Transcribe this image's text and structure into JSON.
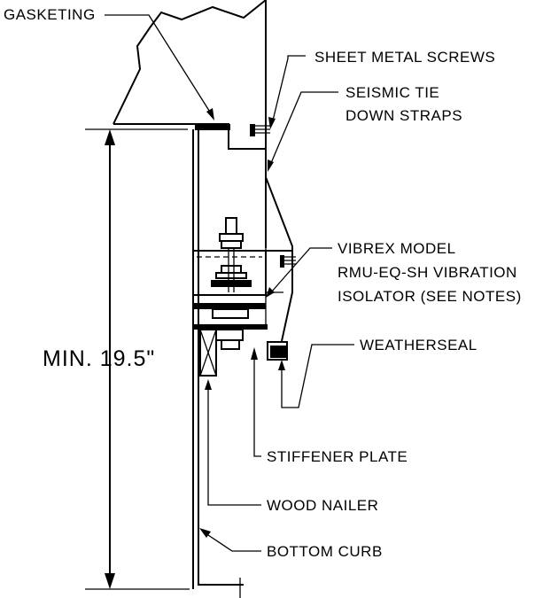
{
  "labels": {
    "gasketing": "GASKETING",
    "sheet_metal_screws": "SHEET METAL SCREWS",
    "seismic_line1": "SEISMIC TIE",
    "seismic_line2": "DOWN STRAPS",
    "vibrex_line1": "VIBREX MODEL",
    "vibrex_line2": "RMU-EQ-SH VIBRATION",
    "vibrex_line3": "ISOLATOR (SEE NOTES)",
    "weatherseal": "WEATHERSEAL",
    "stiffener_plate": "STIFFENER PLATE",
    "wood_nailer": "WOOD NAILER",
    "bottom_curb": "BOTTOM CURB"
  },
  "dimension": {
    "label": "MIN. 19.5\""
  }
}
